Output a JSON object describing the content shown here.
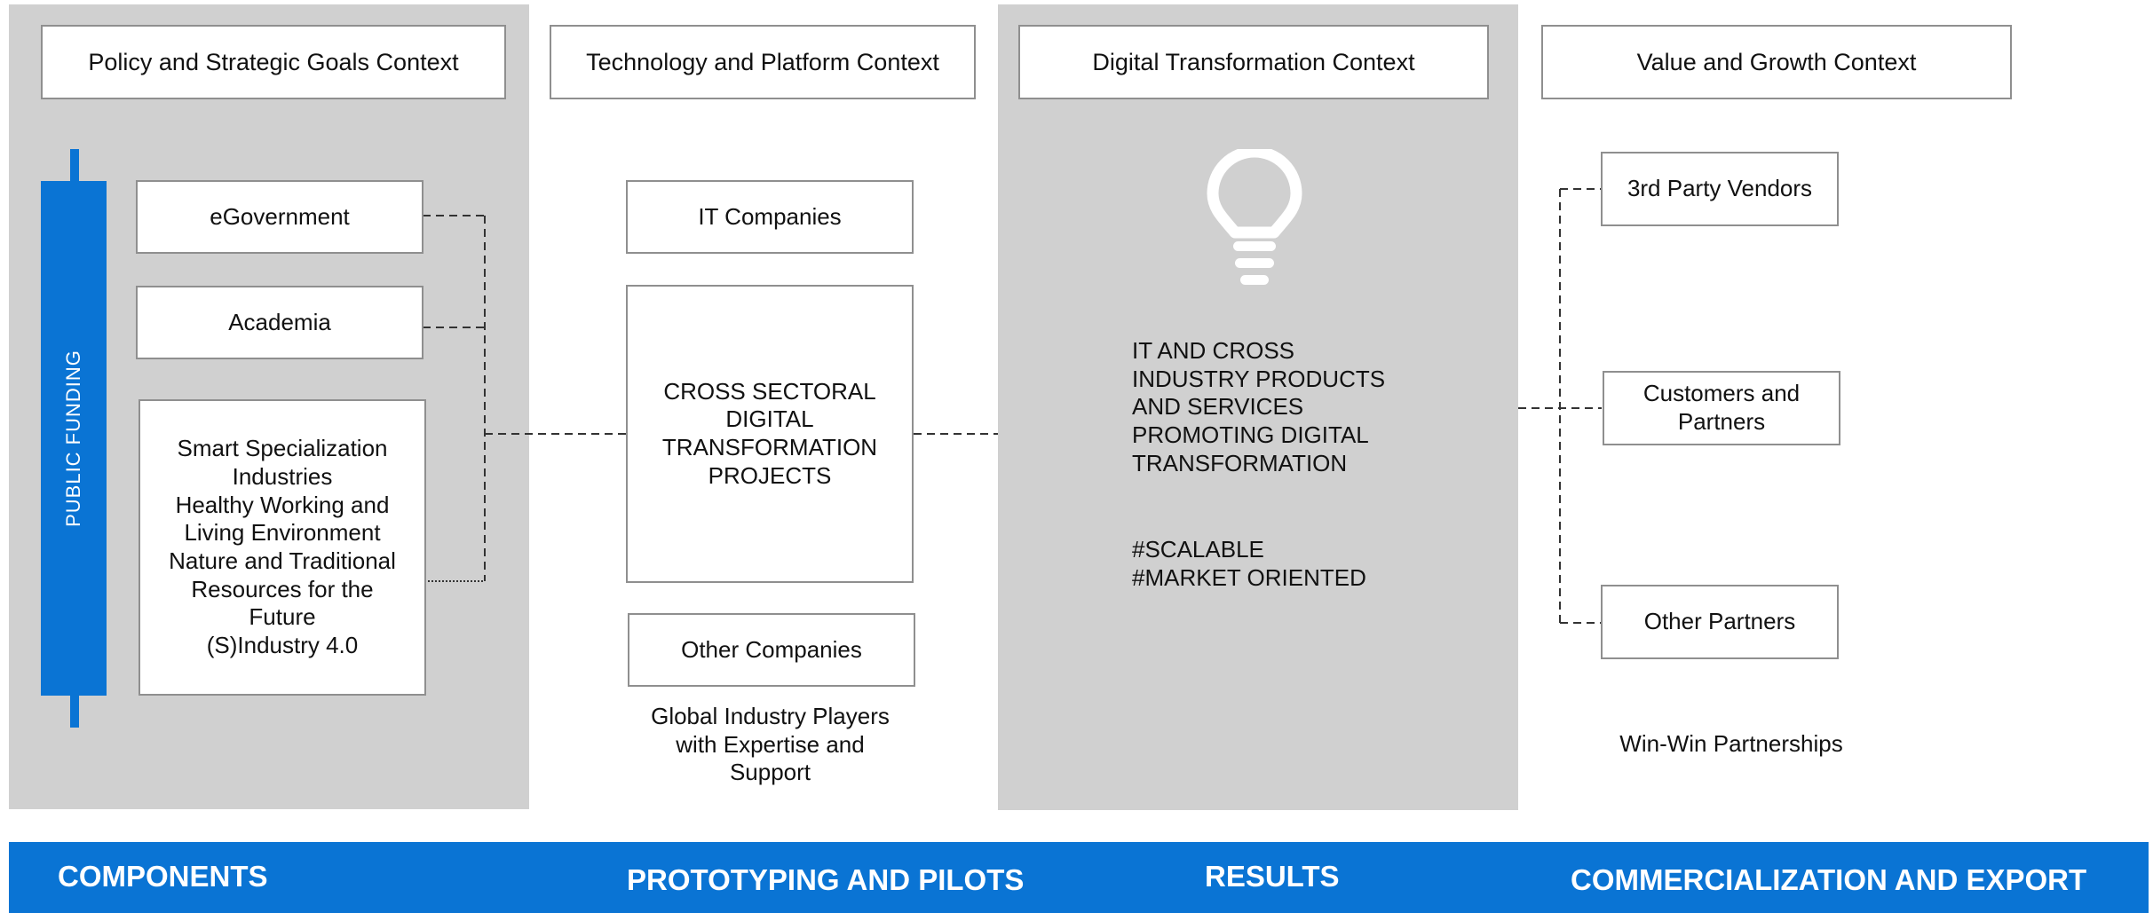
{
  "contexts": {
    "policy": "Policy and Strategic Goals Context",
    "technology": "Technology and Platform Context",
    "digital": "Digital Transformation Context",
    "value": "Value and Growth Context"
  },
  "funding": {
    "label": "PUBLIC FUNDING"
  },
  "components": {
    "egov": "eGovernment",
    "academia": "Academia",
    "smart_lines": [
      "Smart Specialization",
      "Industries",
      "Healthy Working and",
      "Living Environment",
      "Nature and Traditional",
      "Resources for the",
      "Future",
      "(S)Industry 4.0"
    ]
  },
  "technology": {
    "it_companies": "IT Companies",
    "projects_lines": [
      "CROSS SECTORAL",
      "DIGITAL",
      "TRANSFORMATION",
      "PROJECTS"
    ],
    "other_companies": "Other Companies",
    "global_lines": [
      "Global Industry Players",
      "with Expertise and",
      "Support"
    ]
  },
  "digital": {
    "icon": "lightbulb-icon",
    "product_lines": [
      "IT AND CROSS",
      "INDUSTRY PRODUCTS",
      "AND SERVICES",
      "PROMOTING DIGITAL",
      "TRANSFORMATION"
    ],
    "tag_lines": [
      "#SCALABLE",
      "#MARKET ORIENTED"
    ]
  },
  "value": {
    "vendors": "3rd Party Vendors",
    "customers_lines": [
      "Customers and",
      "Partners"
    ],
    "other_partners": "Other Partners",
    "winwin": "Win-Win Partnerships"
  },
  "footer": {
    "components": "COMPONENTS",
    "prototyping": "PROTOTYPING AND PILOTS",
    "results": "RESULTS",
    "commercialization": "COMMERCIALIZATION AND EXPORT"
  },
  "colors": {
    "accent": "#0a74d4",
    "panel": "#d0d0d0",
    "border": "#8f8f8f"
  }
}
